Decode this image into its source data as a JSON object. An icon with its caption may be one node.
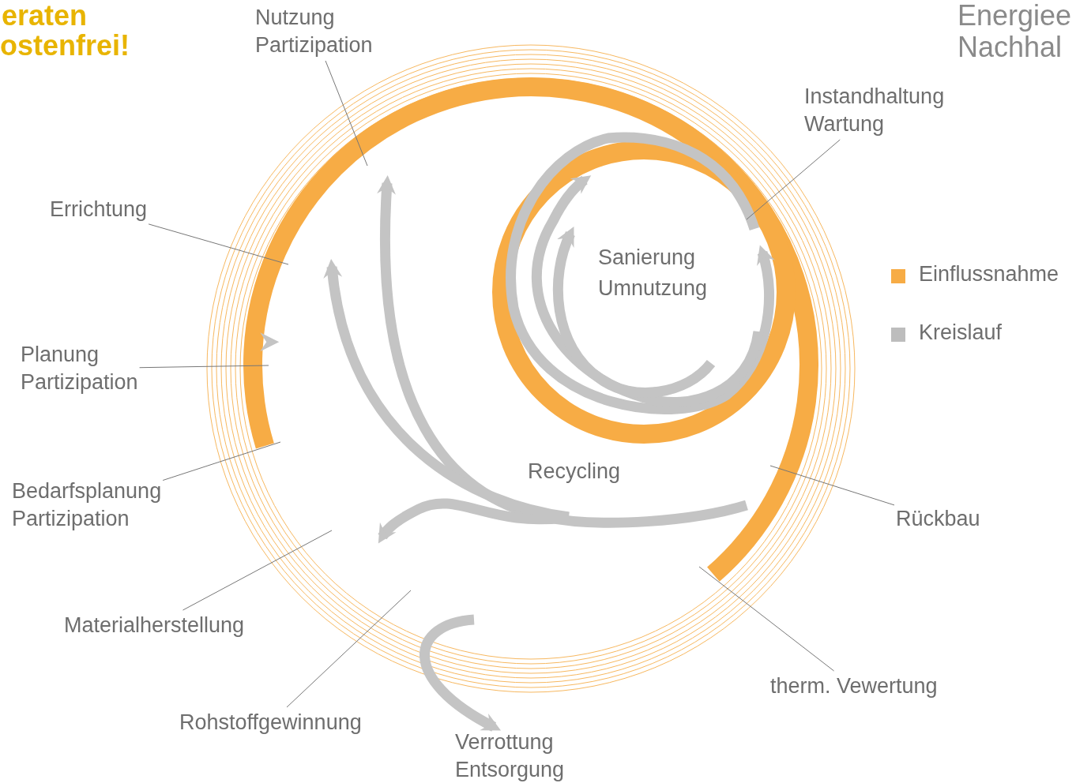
{
  "diagram": {
    "nodes": [
      {
        "text": [
          "Nutzung Partizipation"
        ]
      },
      {
        "text": [
          "Instandhaltung Wartung"
        ]
      },
      {
        "text": [
          "Errichtung"
        ]
      },
      {
        "text": [
          "Planung Partizipation"
        ]
      },
      {
        "text": [
          "Bedarfsplanung Partizipation"
        ]
      },
      {
        "text": [
          "Rückbau"
        ]
      },
      {
        "text": [
          "Materialherstellung"
        ]
      },
      {
        "text": [
          "therm. Vewertung"
        ]
      },
      {
        "text": [
          "Rohstoffgewinnung"
        ]
      },
      {
        "text": [
          "Verrottung Entsorgung"
        ]
      }
    ],
    "edges": [
      {
        "from": 0,
        "to": null,
        "arrow": "none"
      },
      {
        "from": 1,
        "to": null,
        "arrow": "none"
      },
      {
        "from": 2,
        "to": null,
        "arrow": "none"
      },
      {
        "from": 3,
        "to": null,
        "arrow": "none"
      },
      {
        "from": 4,
        "to": null,
        "arrow": "none"
      },
      {
        "from": 5,
        "to": null,
        "arrow": "none"
      },
      {
        "from": 6,
        "to": null,
        "arrow": "none"
      },
      {
        "from": 7,
        "to": null,
        "arrow": "none"
      },
      {
        "from": 8,
        "to": null,
        "arrow": "none"
      },
      {
        "from": null,
        "to": 9,
        "arrow": "to",
        "style": "thick"
      }
    ],
    "labels": [
      "eraten",
      "ostenfrei!",
      "Energiee",
      "Nachhal",
      "Sanierung Umnutzung",
      "Recycling"
    ],
    "legend": [
      {
        "text": "Einflussnahme",
        "color": "#f7ac45"
      },
      {
        "text": "Kreislauf",
        "color": "#bdbdbd"
      }
    ]
  }
}
